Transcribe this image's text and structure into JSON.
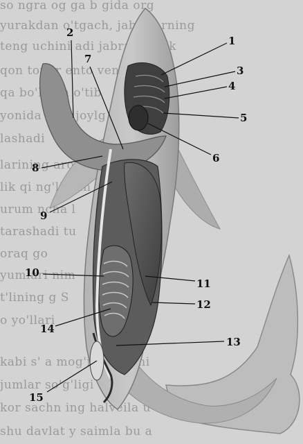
{
  "figure": {
    "labels": [
      "1",
      "2",
      "3",
      "4",
      "5",
      "6",
      "7",
      "8",
      "9",
      "10",
      "11",
      "12",
      "13",
      "14",
      "15"
    ],
    "background_text_lines": [
      "so ngra og    ga  b       gida  org",
      "yurakdan o'tgach, jabralarning",
      "teng uchini    adi  jabra  bosh    k",
      "qon tomir      ento ventral",
      "qa     bo'l      dan o'tib",
      "yonida    lash     joylg",
      "lashadi",
      "larining           aroqqa. b",
      "lik        qi      ng'lig' in",
      "urum                    ncha l",
      "tarashadi            tu",
      "oraq              go",
      "yumlari         nim",
      "t'lining         g                S",
      "o  yo'llari",
      "kabi s'        a  mog'i  t  ujuvchi",
      "jumlar           so'g'ligi    chi",
      "kor sachn      ing  halveila u",
      "shu davlat    y  saimla  bu    a"
    ]
  },
  "colors": {
    "paper": "#d3d3d3",
    "ink": "#111111",
    "faded_text": "#9a9a9a"
  }
}
